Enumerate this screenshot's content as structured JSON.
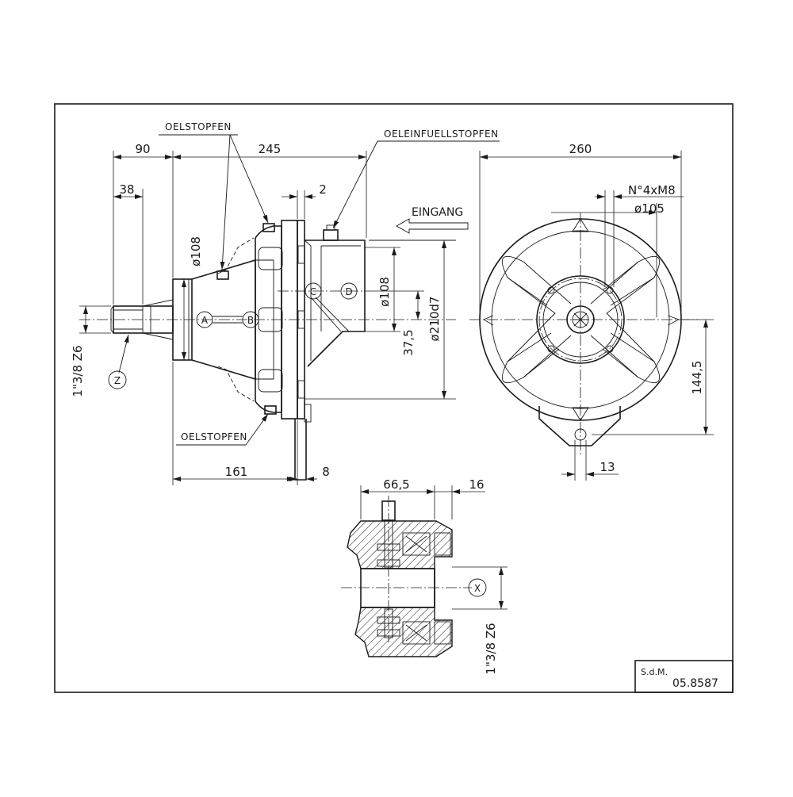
{
  "labels": {
    "oelstopfen_top": "OELSTOPFEN",
    "oelstopfen_bottom": "OELSTOPFEN",
    "oeleinfuellstopfen": "OELEINFUELLSTOPFEN",
    "eingang": "EINGANG",
    "n4xm8": "N°4xM8"
  },
  "dimensions": {
    "d90": "90",
    "d245": "245",
    "d260": "260",
    "d38": "38",
    "d2": "2",
    "phi108_left": "ø108",
    "phi108_mid": "ø108",
    "d37_5": "37,5",
    "phi210": "ø210d7",
    "phi105": "ø105",
    "d144_5": "144,5",
    "d13": "13",
    "d161": "161",
    "d8": "8",
    "d66_5": "66,5",
    "d16": "16",
    "shaft_left": "1\"3/8  Z6",
    "shaft_right": "1\"3/8  Z6"
  },
  "bubbles": {
    "a": "A",
    "b": "B",
    "c": "C",
    "d": "D",
    "z": "Z",
    "x": "X"
  },
  "titleblock": {
    "sdm": "S.d.M.",
    "number": "05.8587"
  }
}
